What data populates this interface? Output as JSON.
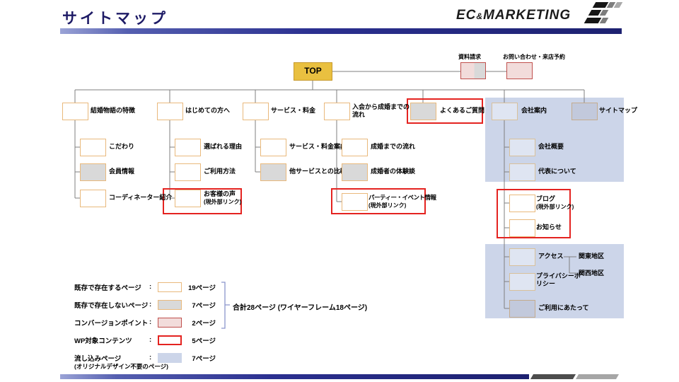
{
  "slide": {
    "title": "サイトマップ",
    "logo": {
      "ec": "EC",
      "amp": "&",
      "marketing": "MARKETING"
    }
  },
  "tree": {
    "top": "TOP",
    "request_label": "資料請求",
    "contact_label": "お問い合わせ・来店予約",
    "features": {
      "label": "結婚物語の特徴",
      "c1": "こだわり",
      "c2": "会員情報",
      "c3": "コーディネーター紹介"
    },
    "beginners": {
      "label": "はじめての方へ",
      "c1": "選ばれる理由",
      "c2": "ご利用方法",
      "c3": "お客様の声",
      "c3_note": "(現外部リンク)"
    },
    "service": {
      "label": "サービス・料金",
      "c1": "サービス・料金案内",
      "c2": "他サービスとの比較"
    },
    "flow": {
      "label1": "入会から成婚までの",
      "label2": "流れ",
      "c1": "成婚までの流れ",
      "c2": "成婚者の体験談",
      "c3": "パーティー・イベント情報",
      "c3_note": "(現外部リンク)"
    },
    "faq": {
      "label": "よくあるご質問"
    },
    "company": {
      "label": "会社案内",
      "c_overview": "会社概要",
      "c_ceo": "代表について",
      "c_blog": "ブログ",
      "c_blog_note": "(現外部リンク)",
      "c_news": "お知らせ",
      "c_access": "アクセス",
      "c_access_east": "関東地区",
      "c_access_west": "関西地区",
      "c_privacy_line1": "プライバシーポ",
      "c_privacy_line2": "リシー",
      "c_terms": "ご利用にあたって"
    },
    "sitemap": {
      "label": "サイトマップ"
    }
  },
  "legend": {
    "colon": ":",
    "rows": [
      {
        "label": "既存で存在するページ",
        "count": "19ページ"
      },
      {
        "label": "既存で存在しないページ",
        "count": "7ページ"
      },
      {
        "label": "コンバージョンポイント",
        "count": "2ページ"
      },
      {
        "label": "WP対象コンテンツ",
        "count": "5ページ"
      },
      {
        "label": "流し込みページ",
        "count": "7ページ"
      }
    ],
    "note": "(オリジナルデザイン不要のページ)",
    "total": "合計28ページ (ワイヤーフレーム18ページ)"
  },
  "colors": {
    "existing_border": "#e9b97c",
    "new_fill": "#d9d9d9",
    "conversion_fill": "#f2dcdb",
    "conversion_border": "#c0504d",
    "wp_outline_red": "#e42320",
    "flow_panel_blue": "#ccd5e9",
    "top_node_yellow": "#e9c040",
    "bar_navy": "#1d2170",
    "connector_gray": "#7f7f7f"
  }
}
